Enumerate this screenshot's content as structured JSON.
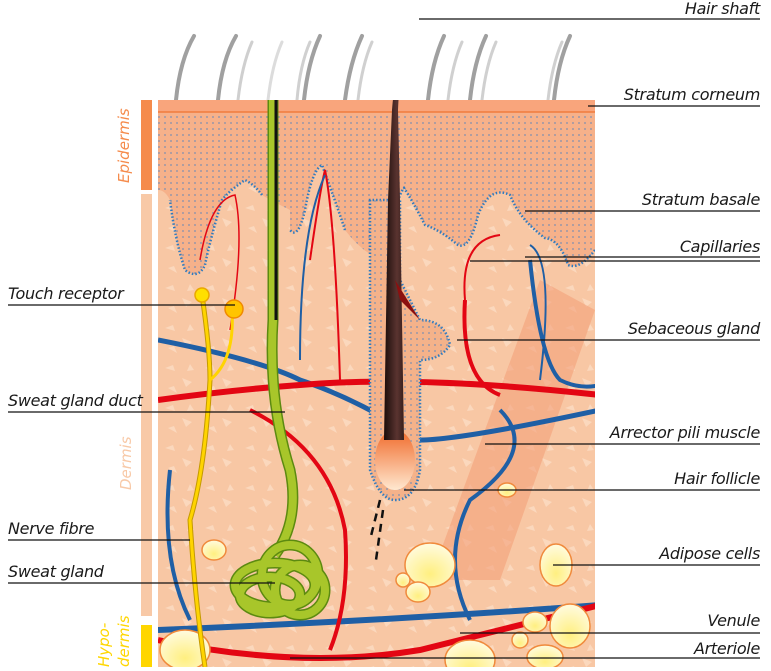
{
  "diagram": {
    "title": "Skin cross-section",
    "layers": [
      {
        "name": "Epidermis",
        "color": "#f58b4c"
      },
      {
        "name": "Dermis",
        "color": "#f8c9a7"
      },
      {
        "name": "Hypo-\ndermis",
        "line1": "Hypo-",
        "line2": "dermis",
        "color": "#ffd600"
      }
    ],
    "labels_right": [
      "Hair shaft",
      "Stratum corneum",
      "Stratum basale",
      "Capillaries",
      "Sebaceous gland",
      "Arrector pili muscle",
      "Hair follicle",
      "Adipose cells",
      "Venule",
      "Arteriole"
    ],
    "labels_left": [
      "Touch receptor",
      "Sweat gland duct",
      "Nerve fibre",
      "Sweat gland"
    ],
    "colors": {
      "artery": "#e30613",
      "vein": "#1f5fa5",
      "nerve": "#ffd400",
      "sweat_gland": "#a8c62a",
      "dermis_bg": "#f8c8a6",
      "epidermis_bg": "#f6a77b",
      "stratum_corneum": "#f9a27a",
      "adipose": "#fff3a8"
    }
  }
}
